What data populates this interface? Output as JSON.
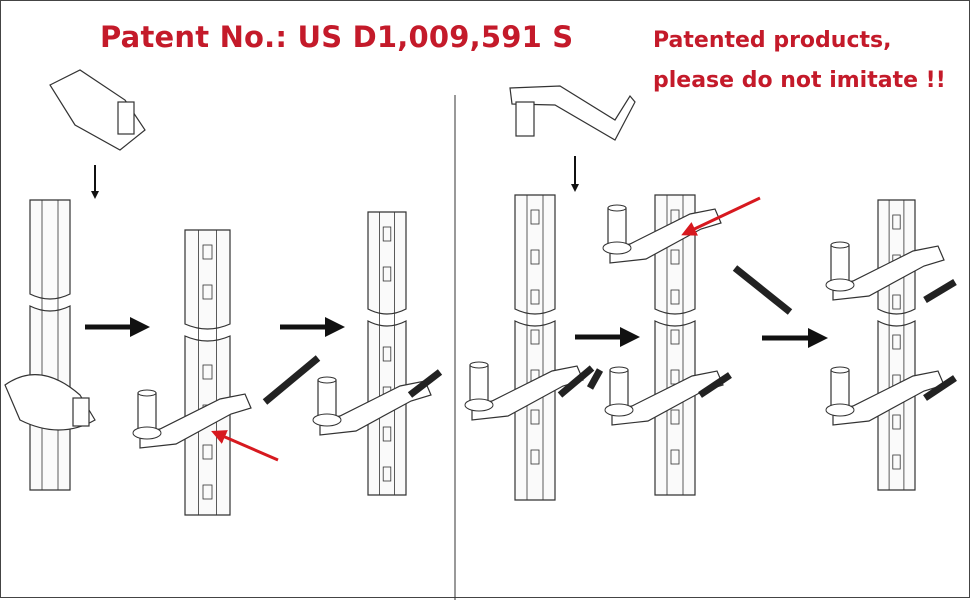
{
  "header": {
    "patent_number": "Patent No.: US D1,009,591 S",
    "notice_line1": "Patented products,",
    "notice_line2": "please do not imitate !!"
  },
  "colors": {
    "text_red": "#c41a2a",
    "arrow_red": "#d7191f",
    "line": "#333333",
    "bolt": "#222222"
  },
  "icons": [
    "down-arrow-icon",
    "right-arrow-icon",
    "red-pointer-arrow-icon",
    "bolt-icon"
  ]
}
